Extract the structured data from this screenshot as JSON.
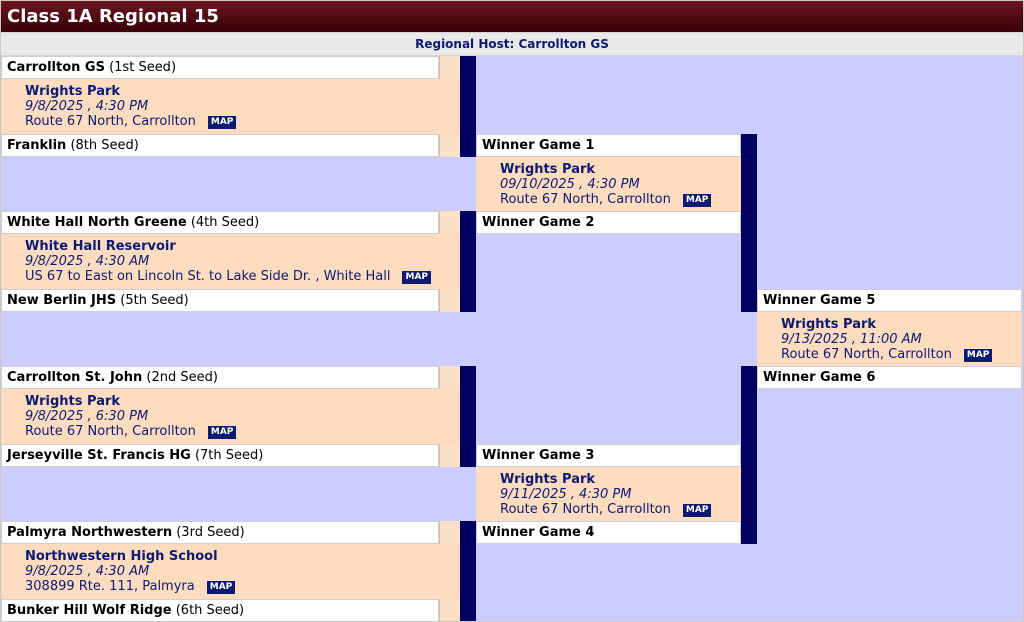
{
  "header": {
    "title": "Class 1A Regional 15"
  },
  "host": {
    "text": "Regional Host: Carrollton GS"
  },
  "map_label": "MAP",
  "colors": {
    "header": "#4a0a12",
    "background": "#ccccff",
    "bar": "#000060",
    "game_box": "#fddcc0",
    "link": "#0d1a72"
  },
  "teams": [
    {
      "name": "Carrollton GS",
      "seed": "(1st Seed)"
    },
    {
      "name": "Franklin",
      "seed": "(8th Seed)"
    },
    {
      "name": "White Hall North Greene",
      "seed": "(4th Seed)"
    },
    {
      "name": "New Berlin JHS",
      "seed": "(5th Seed)"
    },
    {
      "name": "Carrollton St. John",
      "seed": "(2nd Seed)"
    },
    {
      "name": "Jerseyville St. Francis HG",
      "seed": "(7th Seed)"
    },
    {
      "name": "Palmyra Northwestern",
      "seed": "(3rd Seed)"
    },
    {
      "name": "Bunker Hill Wolf Ridge",
      "seed": "(6th Seed)"
    }
  ],
  "games": [
    {
      "site": "Wrights Park",
      "datetime": "9/8/2025 , 4:30 PM",
      "address": "Route 67 North, Carrollton"
    },
    {
      "site": "White Hall Reservoir",
      "datetime": "9/8/2025 , 4:30 AM",
      "address": "US 67 to East on Lincoln St. to Lake Side Dr. , White Hall"
    },
    {
      "site": "Wrights Park",
      "datetime": "9/8/2025 , 6:30 PM",
      "address": "Route 67 North, Carrollton"
    },
    {
      "site": "Northwestern High School",
      "datetime": "9/8/2025 , 4:30 AM",
      "address": "308899 Rte. 111, Palmyra"
    },
    {
      "site": "Wrights Park",
      "datetime": "09/10/2025 , 4:30 PM",
      "address": "Route 67 North, Carrollton"
    },
    {
      "site": "Wrights Park",
      "datetime": "9/11/2025 , 4:30 PM",
      "address": "Route 67 North, Carrollton"
    },
    {
      "site": "Wrights Park",
      "datetime": "9/13/2025 , 11:00 AM",
      "address": "Route 67 North, Carrollton"
    }
  ],
  "winners": [
    "Winner Game 1",
    "Winner Game 2",
    "Winner Game 3",
    "Winner Game 4",
    "Winner Game 5",
    "Winner Game 6"
  ]
}
